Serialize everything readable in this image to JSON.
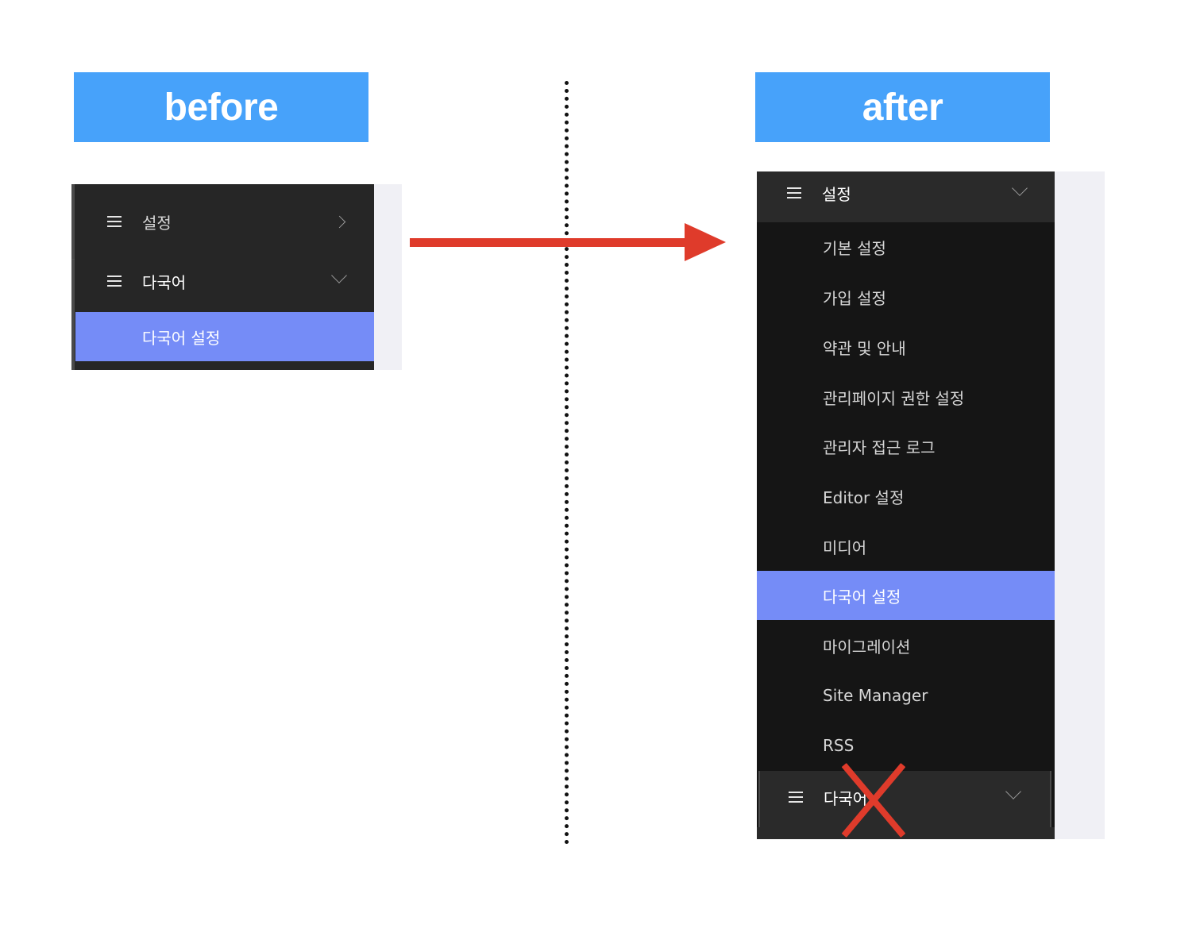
{
  "labels": {
    "before": "before",
    "after": "after"
  },
  "colors": {
    "label_bg": "#47a2fa",
    "menu_bg": "#262626",
    "submenu_bg": "#151515",
    "active_bg": "#758cf7",
    "arrow": "#df3b2b",
    "panel_bg": "#f0f0f5"
  },
  "before_menu": {
    "item_settings": "설정",
    "item_multilang": "다국어",
    "sub_active": "다국어 설정"
  },
  "after_menu": {
    "header": "설정",
    "items": [
      {
        "label": "기본 설정"
      },
      {
        "label": "가입 설정"
      },
      {
        "label": "약관 및 안내"
      },
      {
        "label": "관리페이지 권한 설정"
      },
      {
        "label": "관리자 접근 로그"
      },
      {
        "label": "Editor 설정"
      },
      {
        "label": "미디어"
      },
      {
        "label": "다국어 설정",
        "active": true
      },
      {
        "label": "마이그레이션"
      },
      {
        "label": "Site Manager"
      },
      {
        "label": "RSS"
      }
    ],
    "removed_item": "다국어"
  },
  "icons": {
    "menu": "hamburger-icon",
    "expand": "chevron-right-icon",
    "collapse": "chevron-down-icon",
    "removed_mark": "red-x-icon",
    "transition": "arrow-right-icon"
  }
}
